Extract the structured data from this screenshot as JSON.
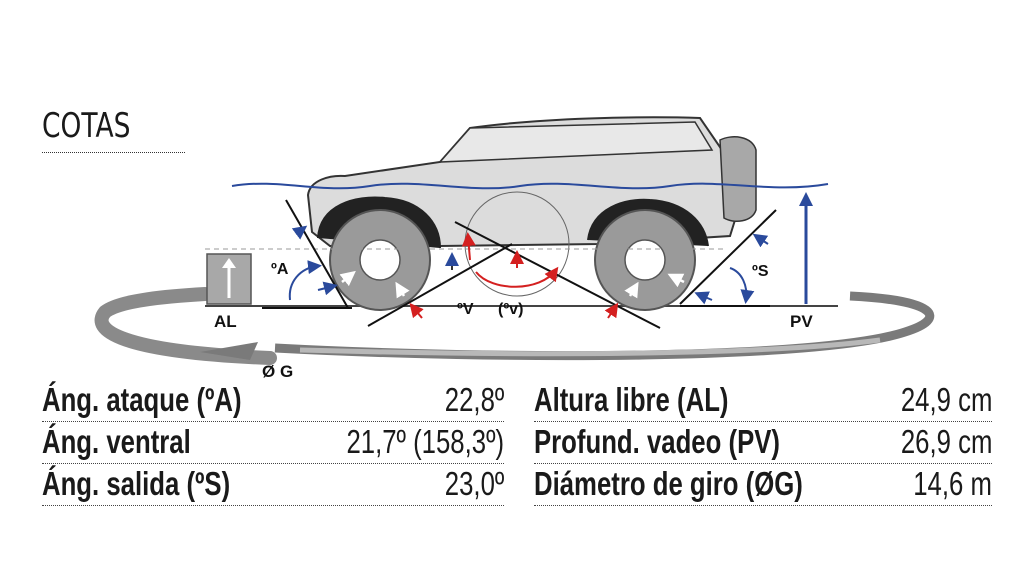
{
  "title": "COTAS",
  "diagram": {
    "labels": {
      "attack_angle": "ºA",
      "ventral_angle": "ºV",
      "ventral_angle_sup": "(ºv)",
      "exit_angle": "ºS",
      "ground_clearance": "AL",
      "wading_depth": "PV",
      "turning_diameter": "Ø G"
    },
    "colors": {
      "water_line": "#2a4a9c",
      "angle_arrow_blue": "#2a4a9c",
      "angle_arrow_red": "#d42020",
      "car_body": "#dcdcdc",
      "tyre": "#9a9a9a",
      "turning_arrow": "#7a7a7a"
    }
  },
  "specs": {
    "left": [
      {
        "label": "Áng. ataque (ºA)",
        "value": "22,8º"
      },
      {
        "label": "Áng. ventral",
        "value": "21,7º (158,3º)"
      },
      {
        "label": "Áng. salida (ºS)",
        "value": "23,0º"
      }
    ],
    "right": [
      {
        "label": "Altura libre (AL)",
        "value": "24,9 cm"
      },
      {
        "label": "Profund. vadeo (PV)",
        "value": "26,9 cm"
      },
      {
        "label": "Diámetro de giro (ØG)",
        "value": "14,6 m"
      }
    ]
  }
}
